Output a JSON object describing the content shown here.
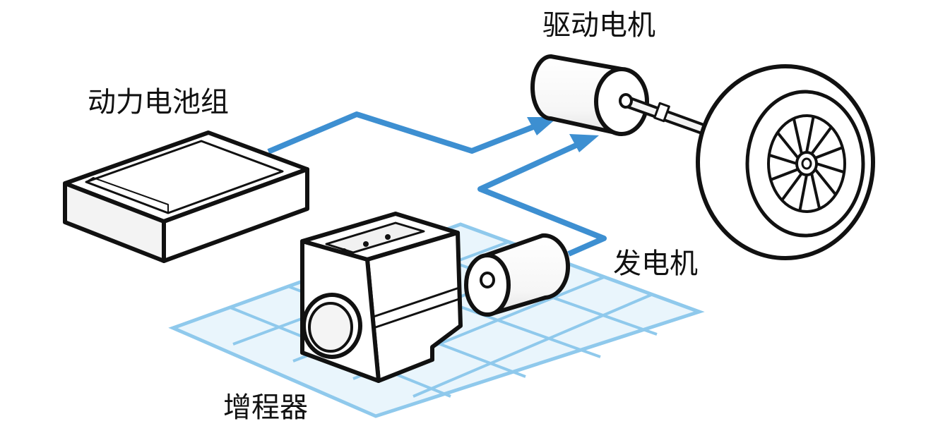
{
  "labels": {
    "battery": "动力电池组",
    "drive_motor": "驱动电机",
    "generator": "发电机",
    "range_extender": "增程器"
  },
  "colors": {
    "flow_arrow": "#3d8fd1",
    "grid_line": "#8fc9ec",
    "grid_fill": "#e9f5fc",
    "outline": "#111111",
    "face_light": "#ffffff",
    "face_shade": "#f1f1f1"
  }
}
